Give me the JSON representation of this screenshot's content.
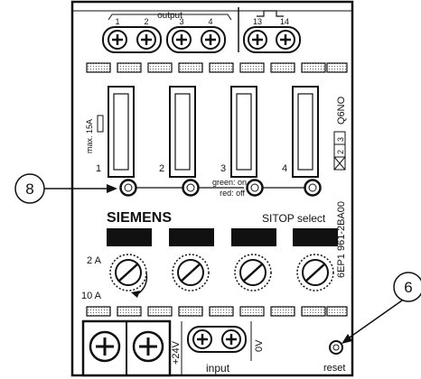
{
  "labels": {
    "output": "output",
    "out_1": "1",
    "out_2": "2",
    "out_3": "3",
    "out_4": "4",
    "out_13": "13",
    "out_14": "14",
    "max_current": "max. 15A",
    "slot_1": "1",
    "slot_2": "2",
    "slot_3": "3",
    "slot_4": "4",
    "led_green": "green: on",
    "led_red": "red: off",
    "brand": "SIEMENS",
    "product": "SITOP select",
    "range_low": "2 A",
    "range_high": "10 A",
    "order_number": "6EP1 961-2BA00",
    "side_code": "Q6NO",
    "side_box_2": "2",
    "side_box_3": "3",
    "plus_24v": "+24V",
    "zero_v": "0V",
    "input": "input",
    "reset": "reset",
    "callout_8": "8",
    "callout_6": "6"
  }
}
